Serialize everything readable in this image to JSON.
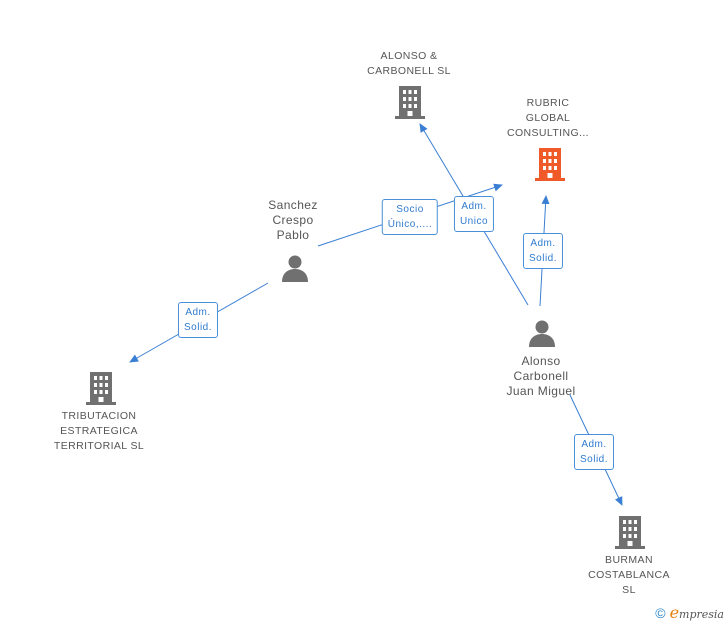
{
  "colors": {
    "edge": "#3b7fd4",
    "company": "#707070",
    "company_highlight": "#f05a28",
    "person": "#707070"
  },
  "nodes": {
    "alonso_carbonell_sl": {
      "label": "ALONSO &\nCARBONELL SL",
      "icon": "building-icon"
    },
    "rubric": {
      "label": "RUBRIC\nGLOBAL\nCONSULTING...",
      "icon": "building-icon"
    },
    "sanchez": {
      "label": "Sanchez\nCrespo\nPablo",
      "icon": "person-icon"
    },
    "alonso_juan": {
      "label": "Alonso\nCarbonell\nJuan Miguel",
      "icon": "person-icon"
    },
    "tributacion": {
      "label": "TRIBUTACION\nESTRATEGICA\nTERRITORIAL SL",
      "icon": "building-icon"
    },
    "burman": {
      "label": "BURMAN\nCOSTABLANCA\nSL",
      "icon": "building-icon"
    }
  },
  "edges": {
    "socio": "Socio\nÚnico,....",
    "adm_unico": "Adm.\nUnico",
    "adm_solid_rubric": "Adm.\nSolid.",
    "adm_solid_trib": "Adm.\nSolid.",
    "adm_solid_burman": "Adm.\nSolid."
  },
  "brand": {
    "copyright": "©",
    "e": "e",
    "rest": "mpresia"
  }
}
